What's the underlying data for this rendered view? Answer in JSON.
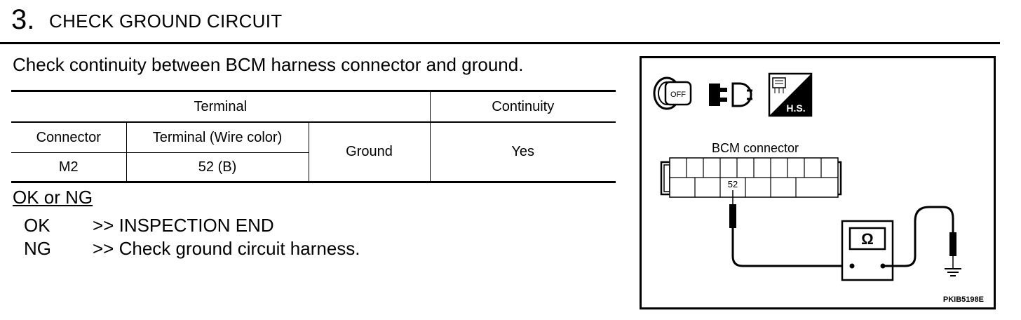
{
  "step": {
    "number": "3.",
    "title": "CHECK GROUND CIRCUIT"
  },
  "instruction": "Check continuity between BCM harness connector and ground.",
  "table": {
    "header_terminal": "Terminal",
    "header_continuity": "Continuity",
    "col_connector": "Connector",
    "col_terminal": "Terminal (Wire color)",
    "ground": "Ground",
    "connector_value": "M2",
    "terminal_value": "52 (B)",
    "continuity_value": "Yes"
  },
  "result_heading": "OK or NG",
  "results": [
    {
      "key": "OK",
      "action": ">> INSPECTION END"
    },
    {
      "key": "NG",
      "action": ">> Check ground circuit harness."
    }
  ],
  "diagram": {
    "connector_label": "BCM connector",
    "pin_label": "52",
    "meter_symbol": "Ω",
    "ignition_label": "OFF",
    "hs_label": "H.S.",
    "figure_code": "PKIB5198E",
    "icons": [
      "ignition-off-icon",
      "disconnect-icon",
      "harness-side-icon"
    ]
  }
}
